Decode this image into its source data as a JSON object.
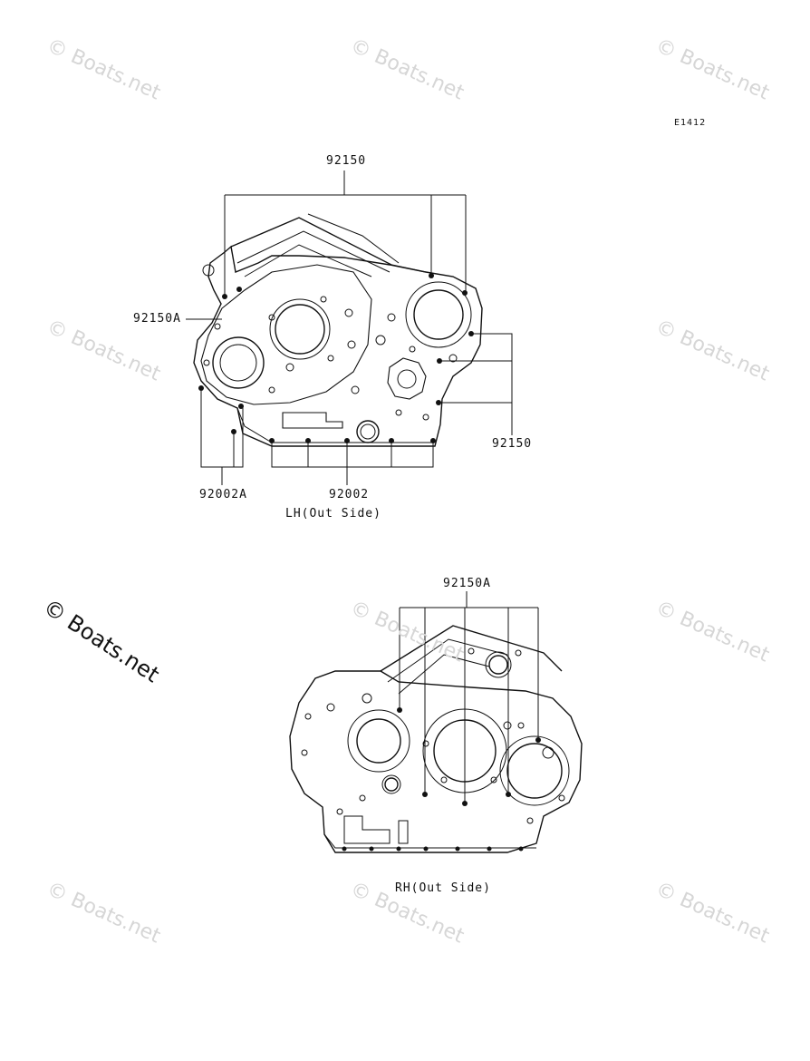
{
  "diagram_code": "E1412",
  "watermark": "© Boats.net",
  "lh_view": {
    "caption": "LH(Out Side)",
    "labels": {
      "top_bolt": "92150",
      "left_bolt": "92150A",
      "right_bolt": "92150",
      "bottom_left": "92002A",
      "bottom_center": "92002"
    }
  },
  "rh_view": {
    "caption": "RH(Out Side)",
    "labels": {
      "top_bolt": "92150A"
    }
  }
}
